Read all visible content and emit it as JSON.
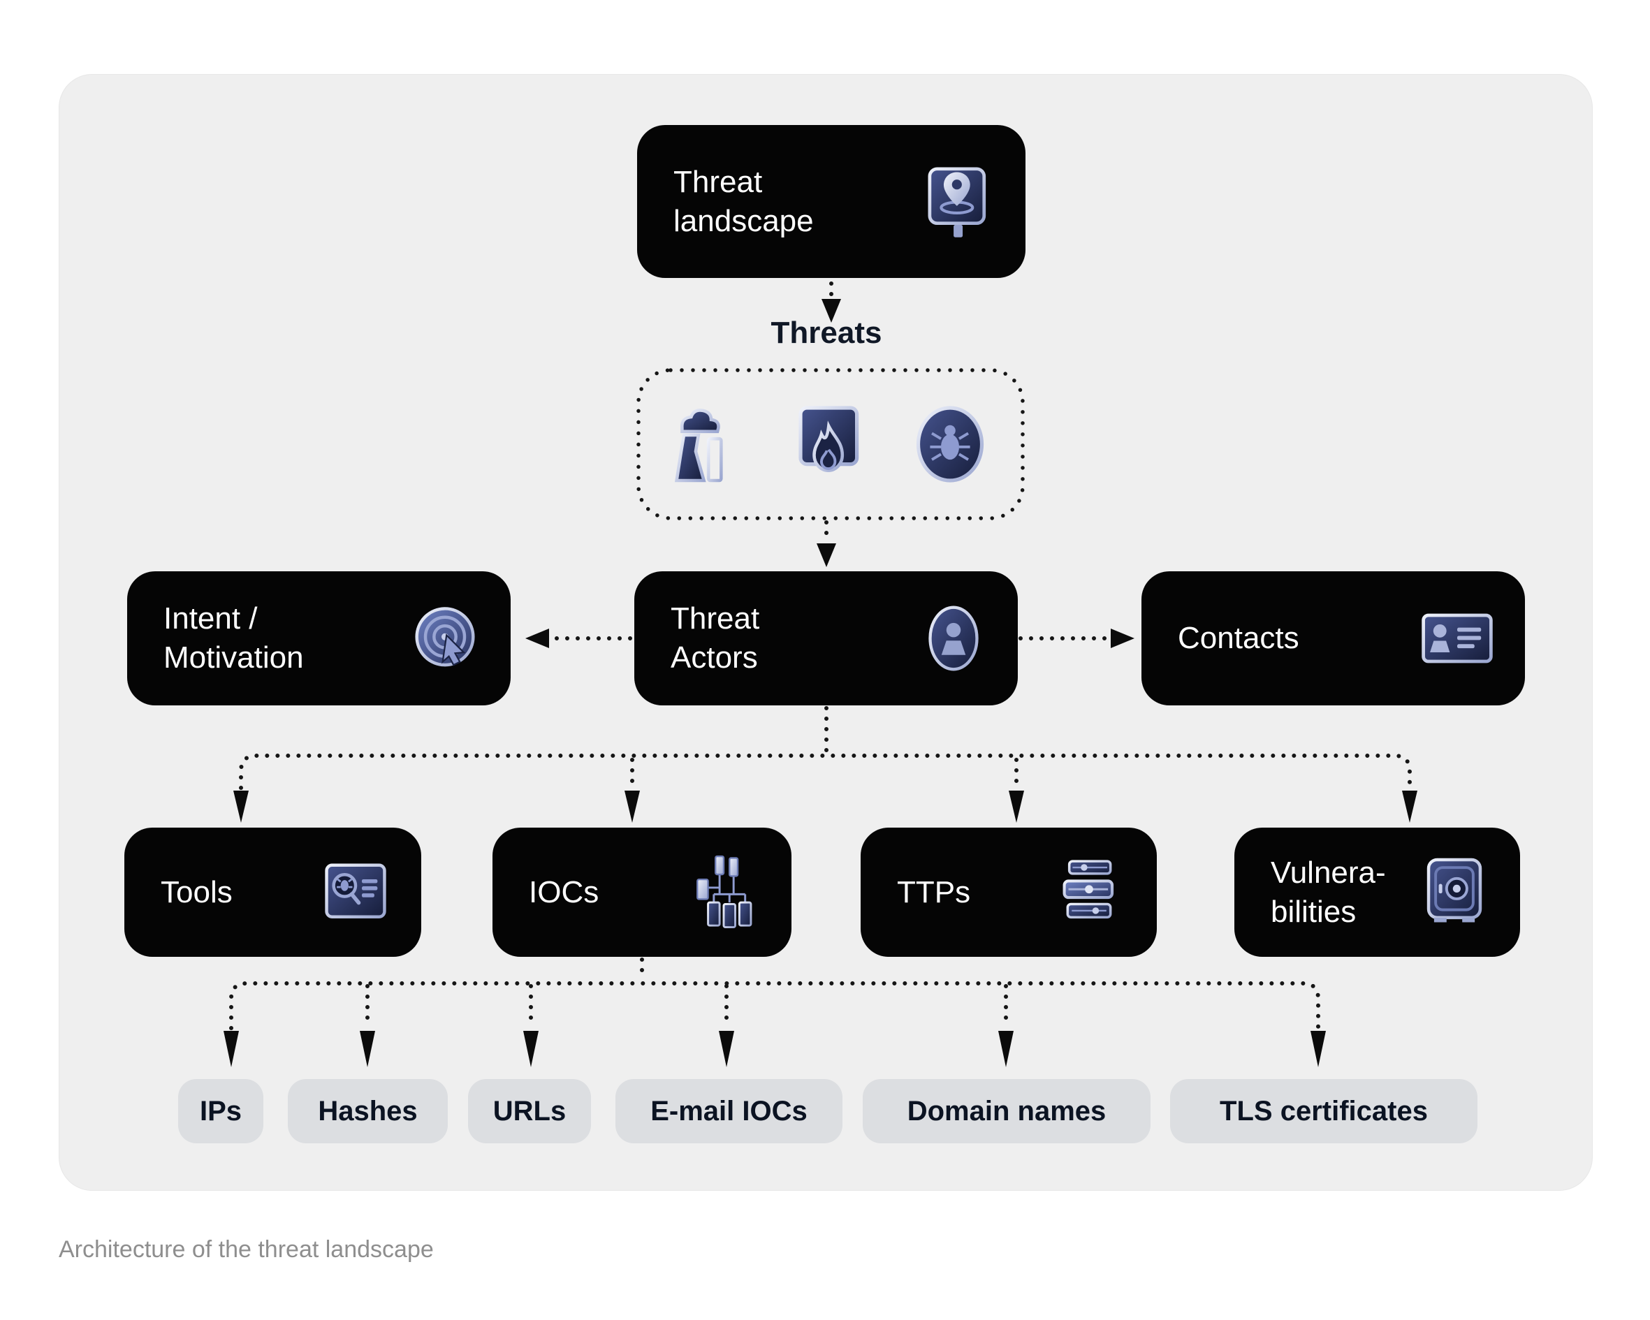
{
  "caption": "Architecture of the threat landscape",
  "nodes": {
    "threat_landscape": "Threat\nlandscape",
    "threats_group": "Threats",
    "intent": "Intent /\nMotivation",
    "threat_actors": "Threat\nActors",
    "contacts": "Contacts",
    "tools": "Tools",
    "iocs": "IOCs",
    "ttps": "TTPs",
    "vulnerabilities": "Vulnera-\nbilities"
  },
  "ioc_types": [
    "IPs",
    "Hashes",
    "URLs",
    "E-mail IOCs",
    "Domain names",
    "TLS certificates"
  ],
  "icons": {
    "threat_landscape": "map-pin-board-icon",
    "threats_group": [
      "factory-smoke-icon",
      "fire-panel-icon",
      "bug-target-icon"
    ],
    "intent": "target-cursor-icon",
    "threat_actors": "person-badge-icon",
    "contacts": "contact-card-icon",
    "tools": "bug-scan-card-icon",
    "iocs": "network-nodes-icon",
    "ttps": "stacked-sliders-icon",
    "vulnerabilities": "vault-icon"
  },
  "colors": {
    "page_bg": "#ffffff",
    "card_bg": "#efefef",
    "node_bg": "#050505",
    "node_text": "#ffffff",
    "label_text": "#101826",
    "pill_bg": "#dcdee1",
    "pill_text": "#0b1322",
    "connector": "#161616",
    "caption_text": "#8e8e8e",
    "icon_accent": "#8e9bd0",
    "icon_dark": "#232c52"
  }
}
